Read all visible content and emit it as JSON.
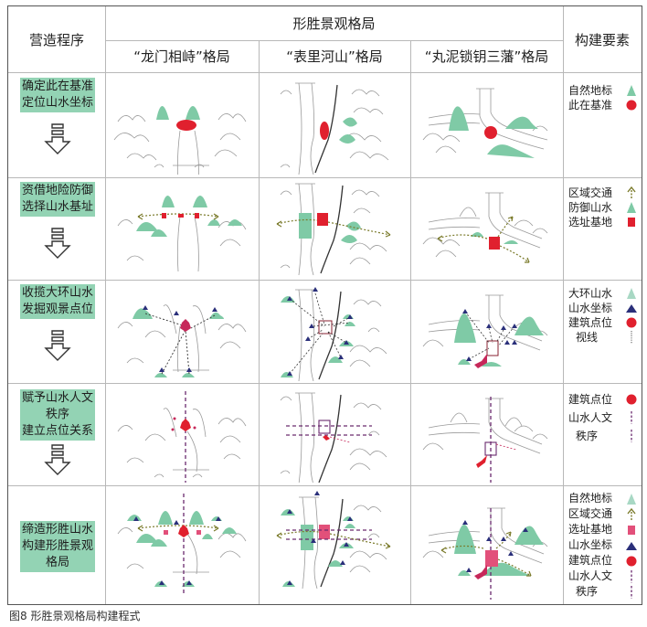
{
  "header": {
    "left": "营造程序",
    "group": "形胜景观格局",
    "columns": [
      "“龙门相峙”格局",
      "“表里河山”格局",
      "“丸泥锁钥三藩”格局"
    ],
    "right": "构建要素"
  },
  "steps": [
    {
      "label_lines": [
        "确定此在基准",
        "定位山水坐标"
      ]
    },
    {
      "label_lines": [
        "资借地险防御",
        "选择山水基址"
      ]
    },
    {
      "label_lines": [
        "收揽大环山水",
        "发掘观景点位"
      ]
    },
    {
      "label_lines": [
        "赋予山水人文",
        "秩序",
        "建立点位关系"
      ]
    },
    {
      "label_lines": [
        "缔造形胜山水",
        "构建形胜景观",
        "格局"
      ]
    }
  ],
  "legends": [
    {
      "items": [
        {
          "label": "自然地标",
          "icon": "green-mountain-icon"
        },
        {
          "label": "此在基准",
          "icon": "red-circle-icon"
        }
      ]
    },
    {
      "items": [
        {
          "label": "区域交通",
          "icon": "dotted-arrow-icon"
        },
        {
          "label": "防御山水",
          "icon": "green-mountain-icon"
        },
        {
          "label": "选址基地",
          "icon": "red-square-icon"
        }
      ]
    },
    {
      "items": [
        {
          "label": "大环山水",
          "icon": "green-mountain-icon"
        },
        {
          "label": "山水坐标",
          "icon": "blue-triangle-icon"
        },
        {
          "label": "建筑点位",
          "icon": "red-circle-icon"
        },
        {
          "label": "视线",
          "icon": "dotted-line-icon",
          "sub": true
        }
      ]
    },
    {
      "items": [
        {
          "label": "建筑点位",
          "icon": "red-circle-icon"
        },
        {
          "label": "山水人文",
          "icon": "dashed-line-icon"
        },
        {
          "label": "秩序",
          "icon": "",
          "sub": true
        }
      ]
    },
    {
      "items": [
        {
          "label": "自然地标",
          "icon": "green-mountain-icon"
        },
        {
          "label": "区域交通",
          "icon": "dotted-arrow-icon"
        },
        {
          "label": "选址基地",
          "icon": "pink-square-icon"
        },
        {
          "label": "山水坐标",
          "icon": "blue-triangle-icon"
        },
        {
          "label": "建筑点位",
          "icon": "red-circle-icon"
        },
        {
          "label": "山水人文",
          "icon": "dashed-line-icon"
        },
        {
          "label": "秩序",
          "icon": "",
          "sub": true
        }
      ]
    }
  ],
  "colors": {
    "step_bg": "#93d3b4",
    "mountain_green": "#7fcaa6",
    "base_red": "#e0202e",
    "site_pink": "#e2507a",
    "coord_blue": "#2a2f7a",
    "order_purple": "#6a2a6e",
    "route_olive": "#7a7a2a",
    "sketch_gray": "#9a9a9a"
  },
  "caption": "图8  形胜景观格局构建程式"
}
